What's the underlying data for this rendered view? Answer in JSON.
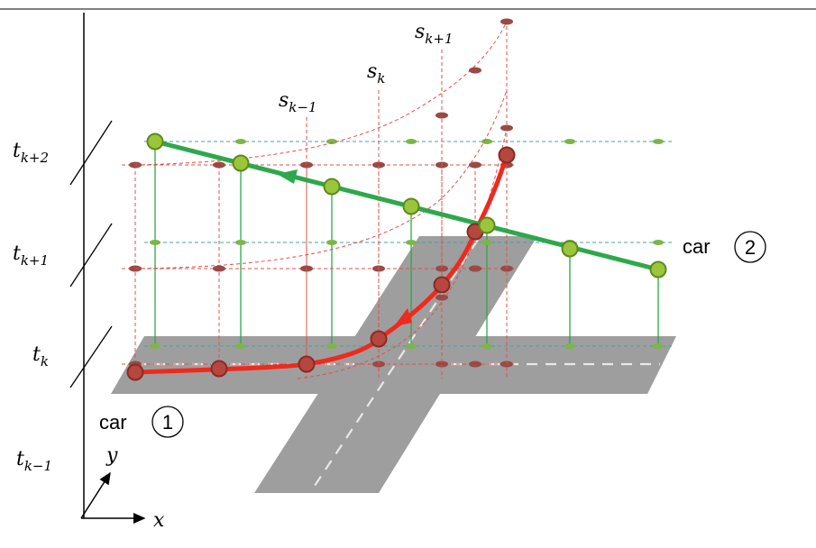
{
  "colors": {
    "road": "#9e9e9e",
    "road_dash": "#e8e8e8",
    "red_path": "#ee2a1e",
    "red_node_fill": "#b5473f",
    "red_node_stroke": "#8a2a24",
    "red_dash": "#e0504a",
    "red_ellipse": "#9a4a45",
    "green_path": "#2da84a",
    "green_node_fill": "#9bc63b",
    "green_node_stroke": "#5d8a1e",
    "green_dash": "#4aa0a0",
    "green_ellipse": "#7ab648",
    "axis": "#000000"
  },
  "time_labels": [
    {
      "base": "t",
      "sub": "k+2"
    },
    {
      "base": "t",
      "sub": "k+1"
    },
    {
      "base": "t",
      "sub": "k"
    },
    {
      "base": "t",
      "sub": "k−1"
    }
  ],
  "s_labels": [
    {
      "base": "s",
      "sub": "k−1"
    },
    {
      "base": "s",
      "sub": "k"
    },
    {
      "base": "s",
      "sub": "k+1"
    }
  ],
  "cars": [
    {
      "text": "car",
      "number": "1"
    },
    {
      "text": "car",
      "number": "2"
    }
  ],
  "axes": {
    "x": "x",
    "y": "y"
  }
}
